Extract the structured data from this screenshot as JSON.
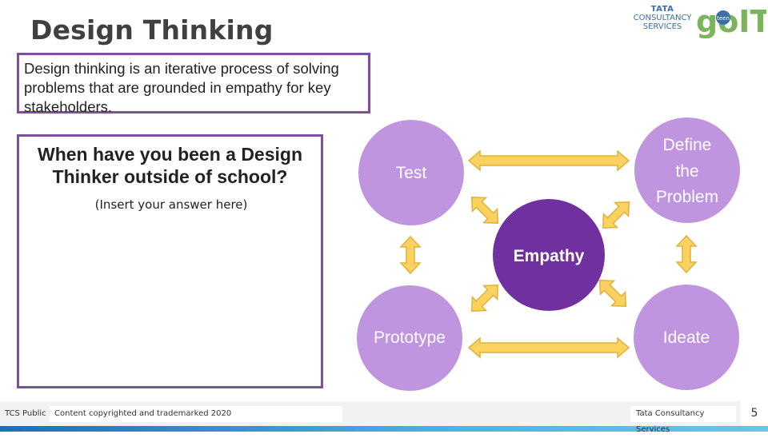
{
  "slide": {
    "title": "Design Thinking",
    "definition": "Design thinking is an iterative process of solving problems that are grounded in empathy for key stakeholders.",
    "question": "When have you been a Design Thinker outside of school?",
    "answer_placeholder": "(Insert your answer here)"
  },
  "logos": {
    "tata_brand": "TATA",
    "tata_line1": "CONSULTANCY",
    "tata_line2": "SERVICES",
    "goit": "goIT",
    "teen": "teen"
  },
  "diagram": {
    "center": "Empathy",
    "test": "Test",
    "define_line1": "Define",
    "define_line2": "the",
    "define_line3": "Problem",
    "prototype": "Prototype",
    "ideate": "Ideate",
    "colors": {
      "outer_circle": "#bf95df",
      "center_circle": "#7030a0",
      "arrow_fill": "#fbd160",
      "arrow_stroke": "#e0b13c",
      "box_border": "#7f4f9e"
    }
  },
  "footer": {
    "classification": "TCS Public",
    "copyright": "Content copyrighted and trademarked 2020",
    "company": "Tata Consultancy Services",
    "page": "5"
  }
}
